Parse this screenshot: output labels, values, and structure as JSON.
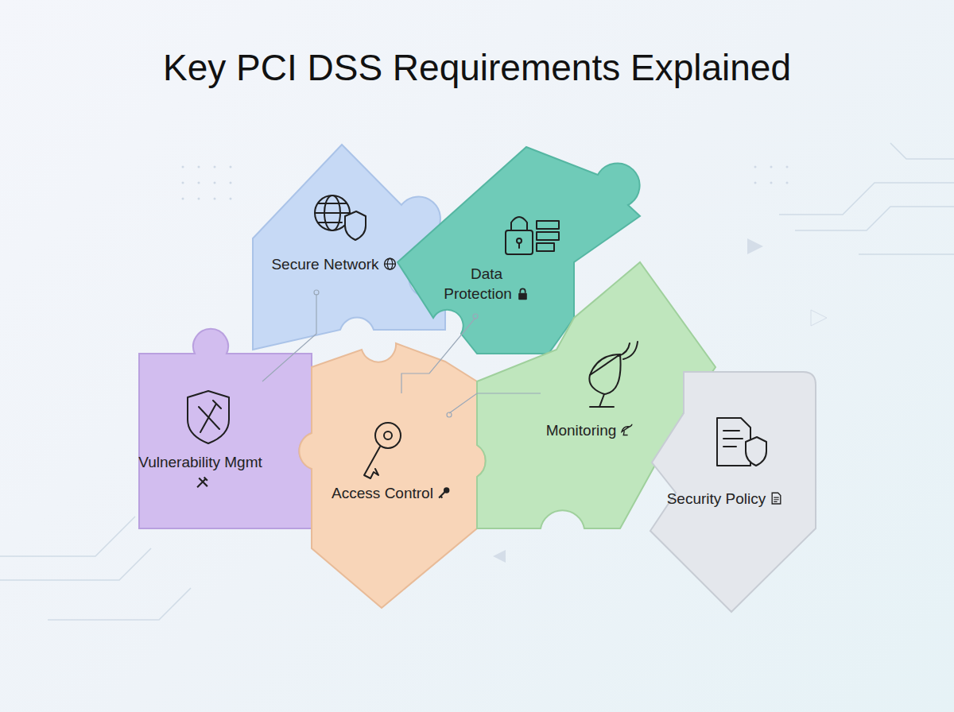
{
  "diagram": {
    "title": "Key PCI DSS Requirements Explained",
    "nodes": [
      {
        "text": [
          "Secure Network"
        ]
      },
      {
        "text": [
          "Data Protection"
        ]
      },
      {
        "text": [
          "Vulnerability Mgmt"
        ]
      },
      {
        "text": [
          "Access Control"
        ]
      },
      {
        "text": [
          "Monitoring"
        ]
      },
      {
        "text": [
          "Security Policy"
        ]
      }
    ]
  }
}
